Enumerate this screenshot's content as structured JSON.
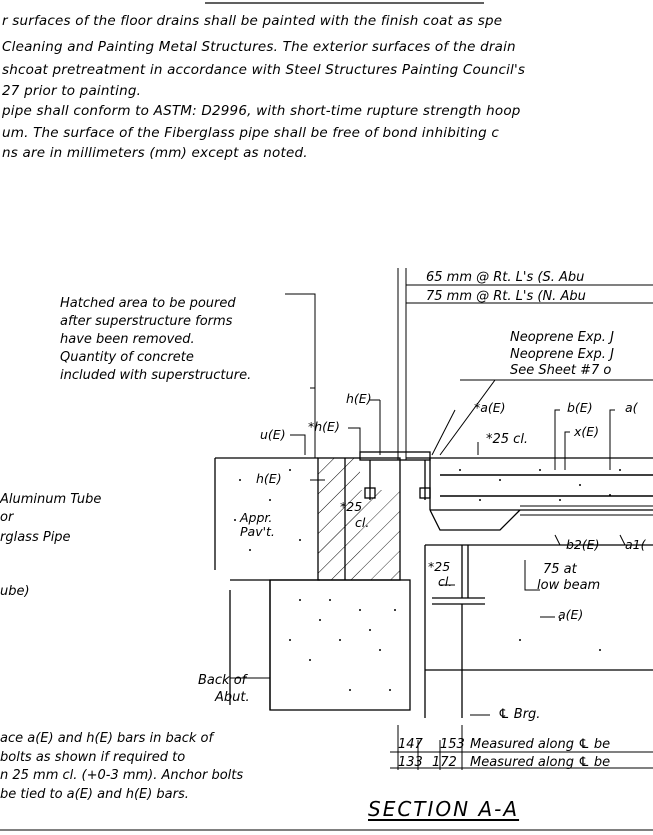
{
  "notes": {
    "lines": [
      "r surfaces of the floor drains shall be painted with the finish coat as spe",
      "Cleaning and Painting Metal Structures. The exterior surfaces of the drain",
      "shcoat pretreatment in accordance with Steel Structures Painting Council's",
      "27 prior to painting.",
      "pipe shall conform to ASTM: D2996, with short-time rupture strength hoop",
      "um.  The surface of the Fiberglass pipe shall be free of bond inhibiting c",
      "ns are in millimeters (mm) except as noted."
    ]
  },
  "callouts": {
    "dim_65": "65 mm @ Rt. L's (S. Abu",
    "dim_75": "75 mm @ Rt. L's (N. Abu",
    "hatched": [
      "Hatched area to be poured",
      "after superstructure forms",
      "have been removed.",
      "Quantity of concrete",
      "included with superstructure."
    ],
    "neoprene": [
      "Neoprene Exp. J",
      "Neoprene Exp. J",
      "See Sheet #7 o"
    ],
    "tube": [
      "Aluminum Tube",
      "or",
      "rglass Pipe",
      "ube)"
    ],
    "appr": [
      "Appr.",
      "Pav't."
    ],
    "back_abut": [
      "Back of",
      "Abut."
    ],
    "brg": "℄ Brg.",
    "low_beam": [
      "75 at",
      "low beam"
    ],
    "bottom_note": [
      "ace a(E) and h(E) bars in back of",
      "bolts as shown if required to",
      "n 25 mm cl. (+0-3 mm).  Anchor bolts",
      "be tied to a(E) and h(E) bars."
    ],
    "measure_1": "Measured along ℄ be",
    "measure_2": "Measured along ℄ be",
    "dims_top": [
      "147",
      "153"
    ],
    "dims_bot": [
      "133",
      "172"
    ]
  },
  "bar_labels": {
    "hE_top": "h(E)",
    "uE": "u(E)",
    "star_hE": "*h(E)",
    "hE_left": "h(E)",
    "star_25_a": "*25",
    "cl_a": "cl.",
    "star_aE": "*a(E)",
    "star_25_cl": "*25 cl.",
    "bE": "b(E)",
    "aE_top": "a(",
    "xE": "x(E)",
    "b2E": "b2(E)",
    "a1E": "a1(",
    "star_25_b": "*25",
    "cl_b": "cl.",
    "aE_low": "a(E)"
  },
  "title": "SECTION A-A"
}
